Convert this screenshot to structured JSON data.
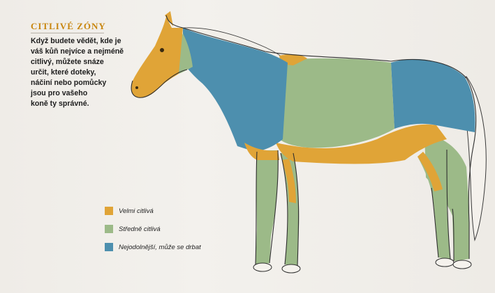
{
  "title": "CITLIVÉ ZÓNY",
  "intro_lines": [
    "Když budete vědět, kde je",
    "váš kůň nejvíce a nejméně",
    "citlivý, můžete snáze",
    "určit, které doteky,",
    "náčiní nebo pomůcky",
    "jsou pro vašeho",
    "koně ty správné."
  ],
  "colors": {
    "very_sensitive": "#e0a437",
    "medium_sensitive": "#9cba88",
    "least_sensitive": "#4d8fae"
  },
  "legend": [
    {
      "label": "Velmi citlivá",
      "color_key": "very_sensitive"
    },
    {
      "label": "Středně citlivá",
      "color_key": "medium_sensitive"
    },
    {
      "label": "Nejodolnější, může se drbat",
      "color_key": "least_sensitive"
    }
  ]
}
